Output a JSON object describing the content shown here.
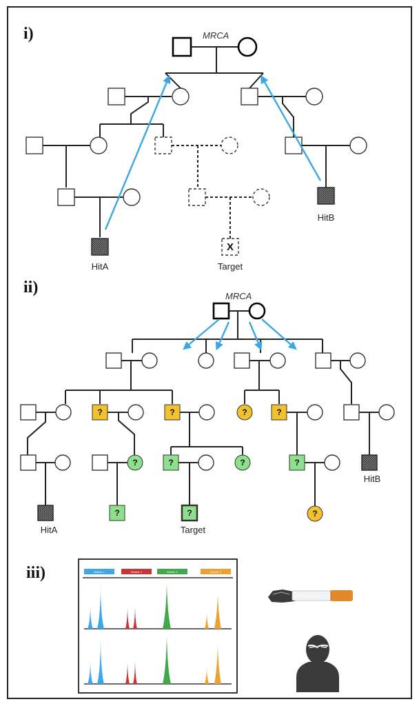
{
  "section_labels": [
    "i)",
    "ii)",
    "iii)"
  ],
  "panel_i": {
    "mrca_label": "MRCA",
    "hit_a_label": "HitA",
    "hit_b_label": "HitB",
    "target_label": "Target",
    "target_mark": "X"
  },
  "panel_ii": {
    "mrca_label": "MRCA",
    "hit_a_label": "HitA",
    "hit_b_label": "HitB",
    "target_label": "Target",
    "unknown_mark": "?"
  },
  "panel_iii": {
    "marker_labels": [
      "Marker 1",
      "Marker 2",
      "Marker 3",
      "Marker 4"
    ]
  },
  "colors": {
    "arrow": "#3aa6e6",
    "candidate_yellow": "#f2c12e",
    "candidate_green": "#8ee08e",
    "target_border": "#d6336c",
    "marker_colors": [
      "#3ea7e8",
      "#c93636",
      "#3fa84a",
      "#f0a030"
    ]
  },
  "icons": [
    "cigarette-icon",
    "suspect-icon"
  ]
}
